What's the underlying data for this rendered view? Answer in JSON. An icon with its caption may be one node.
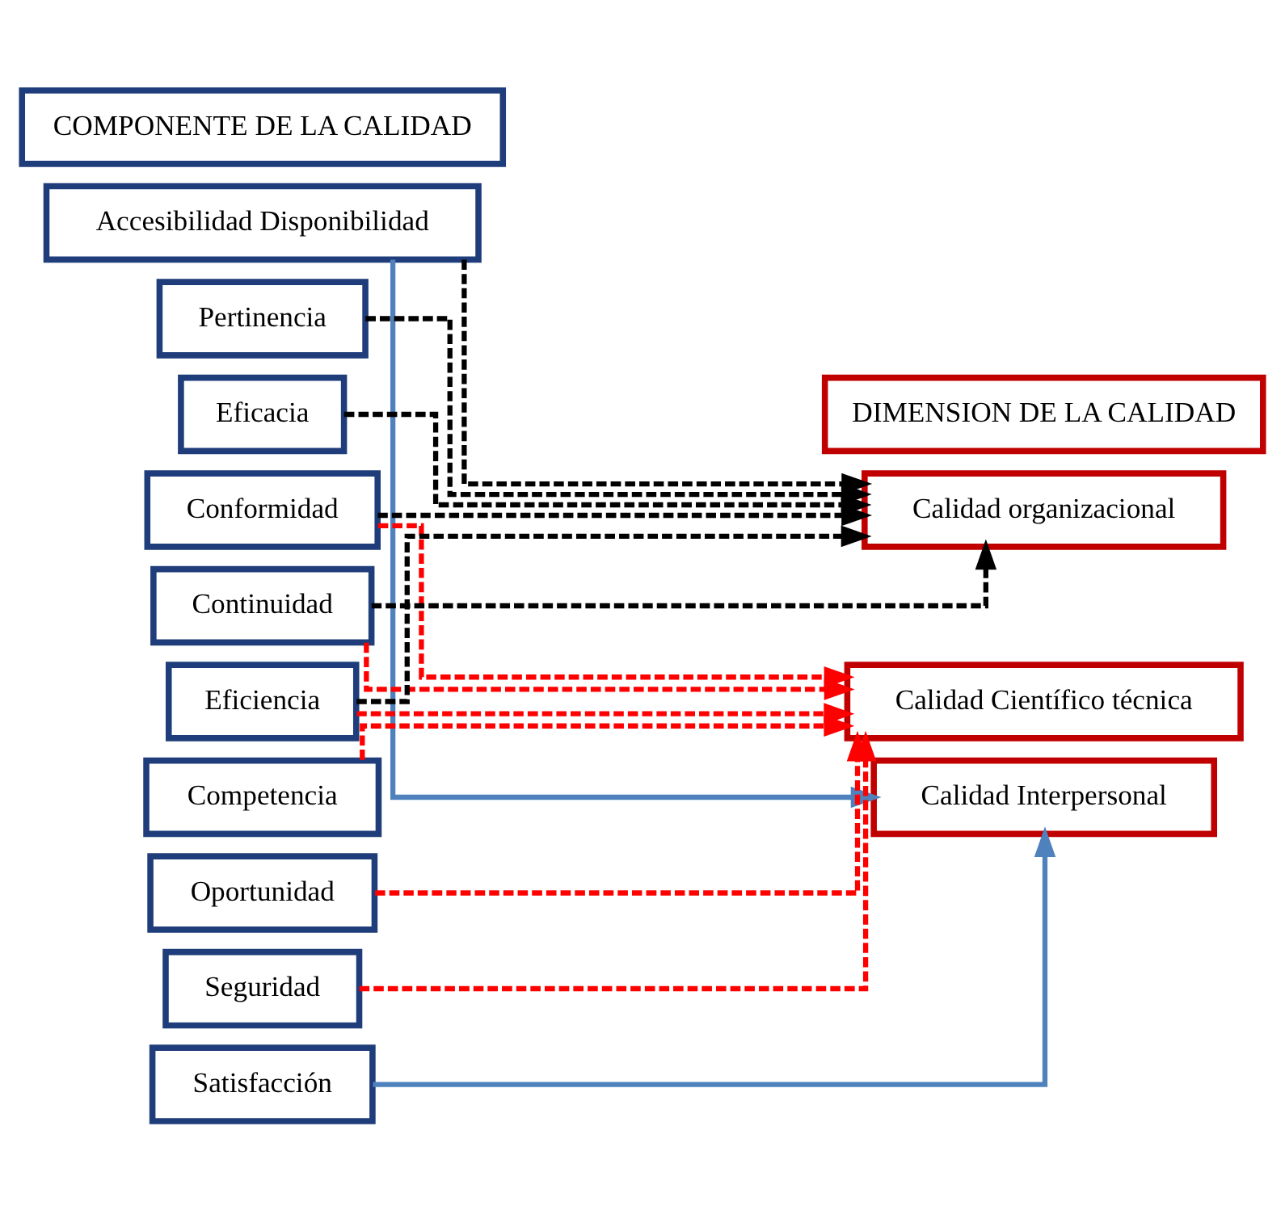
{
  "diagram": {
    "nodes": [
      {
        "text": [
          "COMPONENTE DE LA CALIDAD"
        ]
      },
      {
        "text": [
          "DIMENSION DE LA CALIDAD"
        ]
      },
      {
        "text": [
          "Accesibilidad Disponibilidad"
        ]
      },
      {
        "text": [
          "Calidad organizacional"
        ]
      },
      {
        "text": [
          "Pertinencia"
        ]
      },
      {
        "text": [
          "Eficacia"
        ]
      },
      {
        "text": [
          "Conformidad"
        ]
      },
      {
        "text": [
          "Continuidad"
        ]
      },
      {
        "text": [
          "Eficiencia"
        ]
      },
      {
        "text": [
          "Competencia"
        ]
      },
      {
        "text": [
          "Oportunidad"
        ]
      },
      {
        "text": [
          "Seguridad"
        ]
      },
      {
        "text": [
          "Calidad Científico técnica"
        ]
      },
      {
        "text": [
          "Satisfacción"
        ]
      },
      {
        "text": [
          "Calidad Interpersonal"
        ]
      }
    ],
    "edges": [
      {
        "from": 2,
        "to": 3,
        "arrow": "to",
        "style": "dashed",
        "color": "#000000"
      },
      {
        "from": 4,
        "to": 3,
        "arrow": "to",
        "style": "dashed",
        "color": "#000000"
      },
      {
        "from": 5,
        "to": 3,
        "arrow": "to",
        "style": "dashed",
        "color": "#000000"
      },
      {
        "from": 6,
        "to": 3,
        "arrow": "to",
        "style": "dashed",
        "color": "#000000"
      },
      {
        "from": 7,
        "to": 3,
        "arrow": "to",
        "style": "dashed",
        "color": "#000000"
      },
      {
        "from": 8,
        "to": 3,
        "arrow": "to",
        "style": "dashed",
        "color": "#000000"
      },
      {
        "from": 6,
        "to": 12,
        "arrow": "to",
        "style": "dashed",
        "color": "#ff0000"
      },
      {
        "from": 7,
        "to": 12,
        "arrow": "to",
        "style": "dashed",
        "color": "#ff0000"
      },
      {
        "from": 8,
        "to": 12,
        "arrow": "to",
        "style": "dashed",
        "color": "#ff0000"
      },
      {
        "from": 9,
        "to": 12,
        "arrow": "to",
        "style": "dashed",
        "color": "#ff0000"
      },
      {
        "from": 10,
        "to": 12,
        "arrow": "to",
        "style": "dashed",
        "color": "#ff0000"
      },
      {
        "from": 11,
        "to": 12,
        "arrow": "to",
        "style": "dashed",
        "color": "#ff0000"
      },
      {
        "from": 2,
        "to": 14,
        "arrow": "to",
        "color": "#4f81bd"
      },
      {
        "from": 13,
        "to": 14,
        "arrow": "to",
        "color": "#4f81bd"
      }
    ]
  }
}
